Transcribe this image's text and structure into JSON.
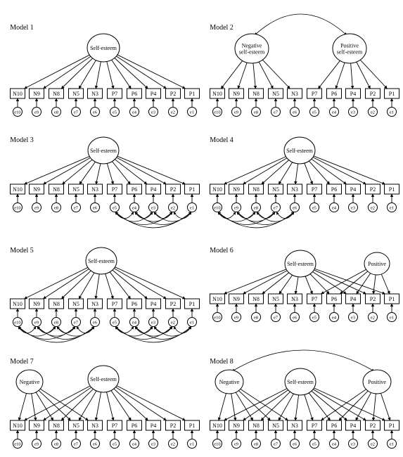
{
  "items": [
    "N10",
    "N9",
    "N8",
    "N5",
    "N3",
    "P7",
    "P6",
    "P4",
    "P2",
    "P1"
  ],
  "errors": [
    "e10",
    "e9",
    "e8",
    "e7",
    "e6",
    "e5",
    "e4",
    "e3",
    "e2",
    "e1"
  ],
  "models": [
    {
      "title": "Model  1",
      "latents": [
        {
          "id": "SE",
          "lines": [
            "Self-esteem"
          ],
          "targets": "all"
        }
      ],
      "covariance": null,
      "correlated_errors": []
    },
    {
      "title": "Model  2",
      "latents": [
        {
          "id": "NEG",
          "lines": [
            "Negative",
            "self-esteem"
          ],
          "targets": "neg"
        },
        {
          "id": "POS",
          "lines": [
            "Positive",
            "self-esteem"
          ],
          "targets": "pos"
        }
      ],
      "covariance": [
        "NEG",
        "POS"
      ],
      "correlated_errors": []
    },
    {
      "title": "Model  3",
      "latents": [
        {
          "id": "SE",
          "lines": [
            "Self-esteem"
          ],
          "targets": "all"
        }
      ],
      "covariance": null,
      "correlated_errors": [
        "pos"
      ]
    },
    {
      "title": "Model  4",
      "latents": [
        {
          "id": "SE",
          "lines": [
            "Self-esteem"
          ],
          "targets": "all"
        }
      ],
      "covariance": null,
      "correlated_errors": [
        "neg"
      ]
    },
    {
      "title": "Model  5",
      "latents": [
        {
          "id": "SE",
          "lines": [
            "Self-esteem"
          ],
          "targets": "all"
        }
      ],
      "covariance": null,
      "correlated_errors": [
        "neg",
        "pos"
      ]
    },
    {
      "title": "Model  6",
      "latents": [
        {
          "id": "SE",
          "lines": [
            "Self-esteem"
          ],
          "targets": "all"
        },
        {
          "id": "POS",
          "lines": [
            "Positive"
          ],
          "targets": "pos"
        }
      ],
      "covariance": null,
      "correlated_errors": []
    },
    {
      "title": "Model  7",
      "latents": [
        {
          "id": "NEG",
          "lines": [
            "Negative"
          ],
          "targets": "neg"
        },
        {
          "id": "SE",
          "lines": [
            "Self-esteem"
          ],
          "targets": "all"
        }
      ],
      "covariance": null,
      "correlated_errors": []
    },
    {
      "title": "Model  8",
      "latents": [
        {
          "id": "NEG",
          "lines": [
            "Negative"
          ],
          "targets": "neg"
        },
        {
          "id": "SE",
          "lines": [
            "Self-esteem"
          ],
          "targets": "all"
        },
        {
          "id": "POS",
          "lines": [
            "Positive"
          ],
          "targets": "pos"
        }
      ],
      "covariance": [
        "NEG",
        "POS"
      ],
      "correlated_errors": []
    }
  ]
}
